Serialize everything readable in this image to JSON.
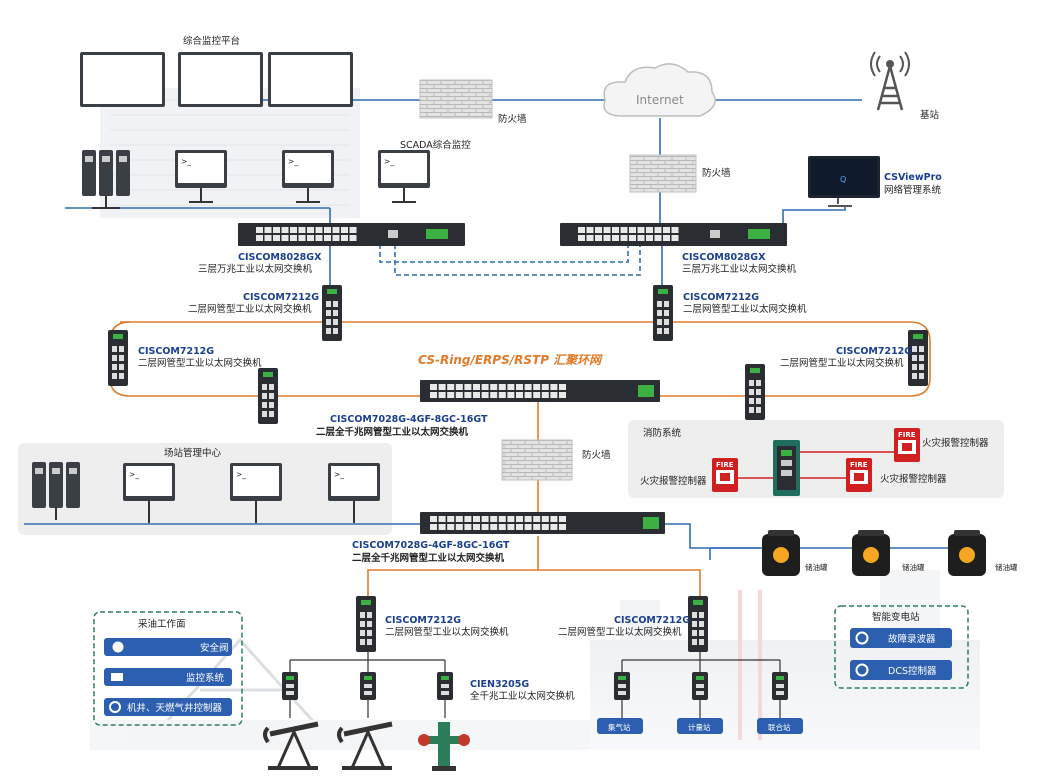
{
  "top": {
    "monitor_platform": "综合监控平台",
    "scada": "SCADA综合监控",
    "internet": "Internet",
    "firewall_left": "防火墙",
    "firewall_right": "防火墙",
    "base_station": "基站",
    "csview_title": "CSViewPro",
    "csview_sub": "网络管理系统"
  },
  "core": {
    "left_model": "CISCOM8028GX",
    "left_desc": "三层万兆工业以太网交换机",
    "right_model": "CISCOM8028GX",
    "right_desc": "三层万兆工业以太网交换机"
  },
  "ring": {
    "title": "CS-Ring/ERPS/RSTP 汇聚环网",
    "sw_tl_model": "CISCOM7212G",
    "sw_tl_desc": "二层网管型工业以太网交换机",
    "sw_tr_model": "CISCOM7212G",
    "sw_tr_desc": "二层网管型工业以太网交换机",
    "sw_ml_model": "CISCOM7212G",
    "sw_ml_desc": "二层网管型工业以太网交换机",
    "sw_mr_model": "CISCOM7212G",
    "sw_mr_desc": "二层网管型工业以太网交换机",
    "agg_model": "CISCOM7028G-4GF-8GC-16GT",
    "agg_desc": "二层全千兆网管型工业以太网交换机"
  },
  "middle": {
    "firewall": "防火墙",
    "station_center": "场站管理中心",
    "fire_system": "消防系统",
    "fire_ctrl_tr": "火灾报警控制器",
    "fire_ctrl_left": "火灾报警控制器",
    "fire_ctrl_right": "火灾报警控制器",
    "fire_sign": "FIRE",
    "sw2_model": "CISCOM7028G-4GF-8GC-16GT",
    "sw2_desc": "二层全千兆网管型工业以太网交换机",
    "tanks": [
      "储油罐",
      "储油罐",
      "储油罐"
    ]
  },
  "bottom": {
    "oil_face": "采油工作面",
    "safety_valve": "安全阀",
    "monitor_sys": "监控系统",
    "well_ctrl": "机井、天燃气井控制器",
    "sw_left_model": "CISCOM7212G",
    "sw_left_desc": "二层网管型工业以太网交换机",
    "cien_model": "CIEN3205G",
    "cien_desc": "全千兆工业以太网交换机",
    "sw_right_model": "CISCOM7212G",
    "sw_right_desc": "二层网管型工业以太网交换机",
    "smart_sub": "智能变电站",
    "fault_rec": "故障录波器",
    "dcs": "DCS控制器",
    "stations": [
      "集气站",
      "计量站",
      "联合站"
    ]
  },
  "colors": {
    "blue_line": "#2f6db5",
    "orange_line": "#e07b2a",
    "red_line": "#d02020",
    "button_blue": "#2d5fb0",
    "device_dark": "#2a2e33",
    "green_led": "#3cb043",
    "panel_gray": "#eeeeee"
  },
  "icons": [
    "server-icon",
    "terminal-monitor-icon",
    "firewall-icon",
    "cloud-icon",
    "antenna-tower-icon",
    "switch-icon",
    "fire-alarm-icon",
    "oil-tank-icon",
    "pumpjack-icon",
    "gear-icon",
    "valve-icon",
    "camera-icon"
  ]
}
